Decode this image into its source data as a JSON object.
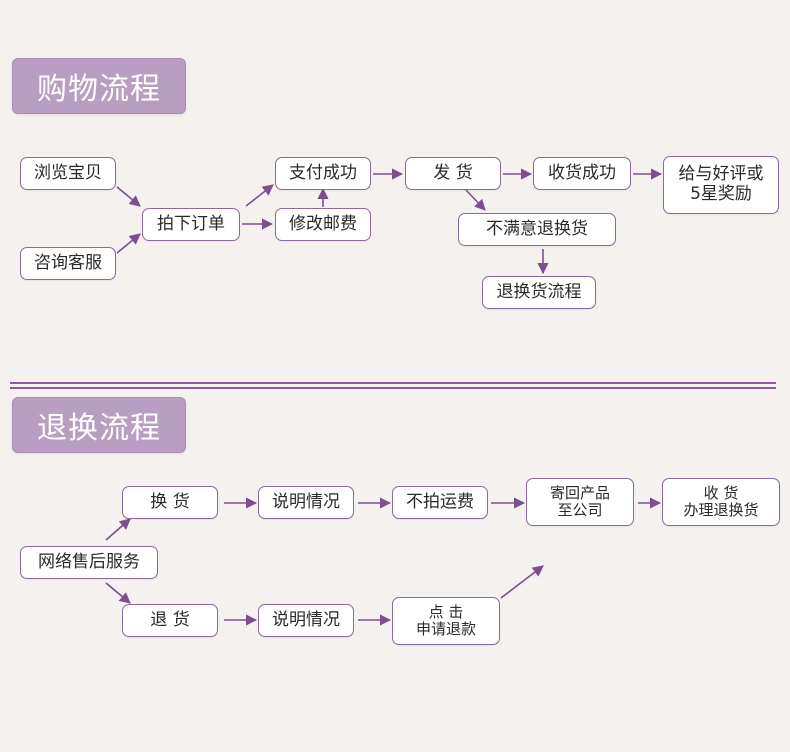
{
  "colors": {
    "accent": "#b89ec2",
    "border": "#8a6a98",
    "arrow": "#7d4f8f",
    "divider": "#8a5a9a",
    "background": "#f4f1ee"
  },
  "shopping": {
    "title": "购物流程",
    "nodes": {
      "browse": "浏览宝贝",
      "consult": "咨询客服",
      "place_order": "拍下订单",
      "pay_success": "支付成功",
      "modify_shipping": "修改邮费",
      "ship": "发 货",
      "dissatisfied": "不满意退换货",
      "return_flow": "退换货流程",
      "received": "收货成功",
      "review_line1": "给与好评或",
      "review_line2": "5星奖励"
    }
  },
  "returns": {
    "title": "退换流程",
    "nodes": {
      "after_sales": "网络售后服务",
      "exchange": "换 货",
      "refund": "退 货",
      "explain_top": "说明情况",
      "explain_bottom": "说明情况",
      "no_shipping_fee": "不拍运费",
      "click_line1": "点 击",
      "click_line2": "申请退款",
      "mail_line1": "寄回产品",
      "mail_line2": "至公司",
      "receive_line1": "收 货",
      "receive_line2": "办理退换货"
    }
  }
}
